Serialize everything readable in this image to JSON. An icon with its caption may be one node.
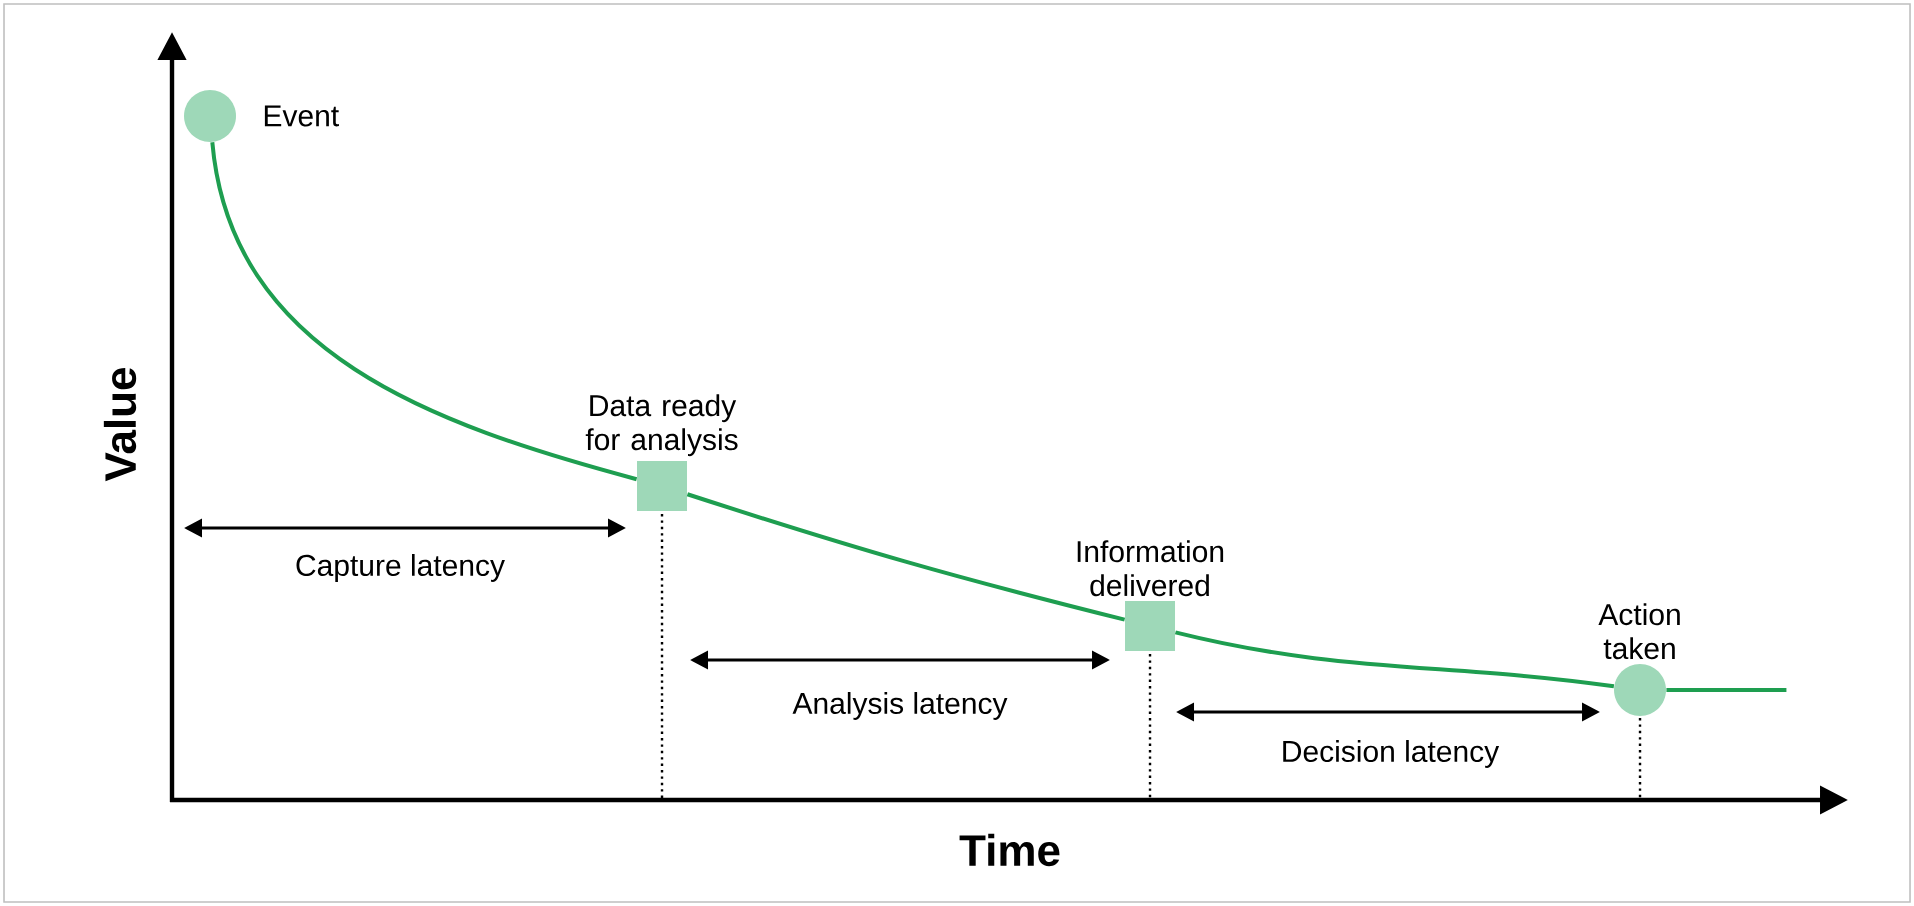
{
  "diagram": {
    "nodes": [
      {
        "text": [
          "Event"
        ]
      },
      {
        "text": [
          "Data ready for analysis"
        ]
      },
      {
        "text": [
          "Information delivered"
        ]
      },
      {
        "text": [
          "Action taken"
        ]
      }
    ],
    "edges": [
      {
        "from": 0,
        "to": 1,
        "arrow": "none"
      },
      {
        "from": 1,
        "to": 2,
        "arrow": "none"
      },
      {
        "from": 2,
        "to": 3,
        "arrow": "none"
      }
    ],
    "labels": [
      "Value",
      "Capture latency",
      "Analysis latency",
      "Decision latency",
      "Time"
    ]
  }
}
